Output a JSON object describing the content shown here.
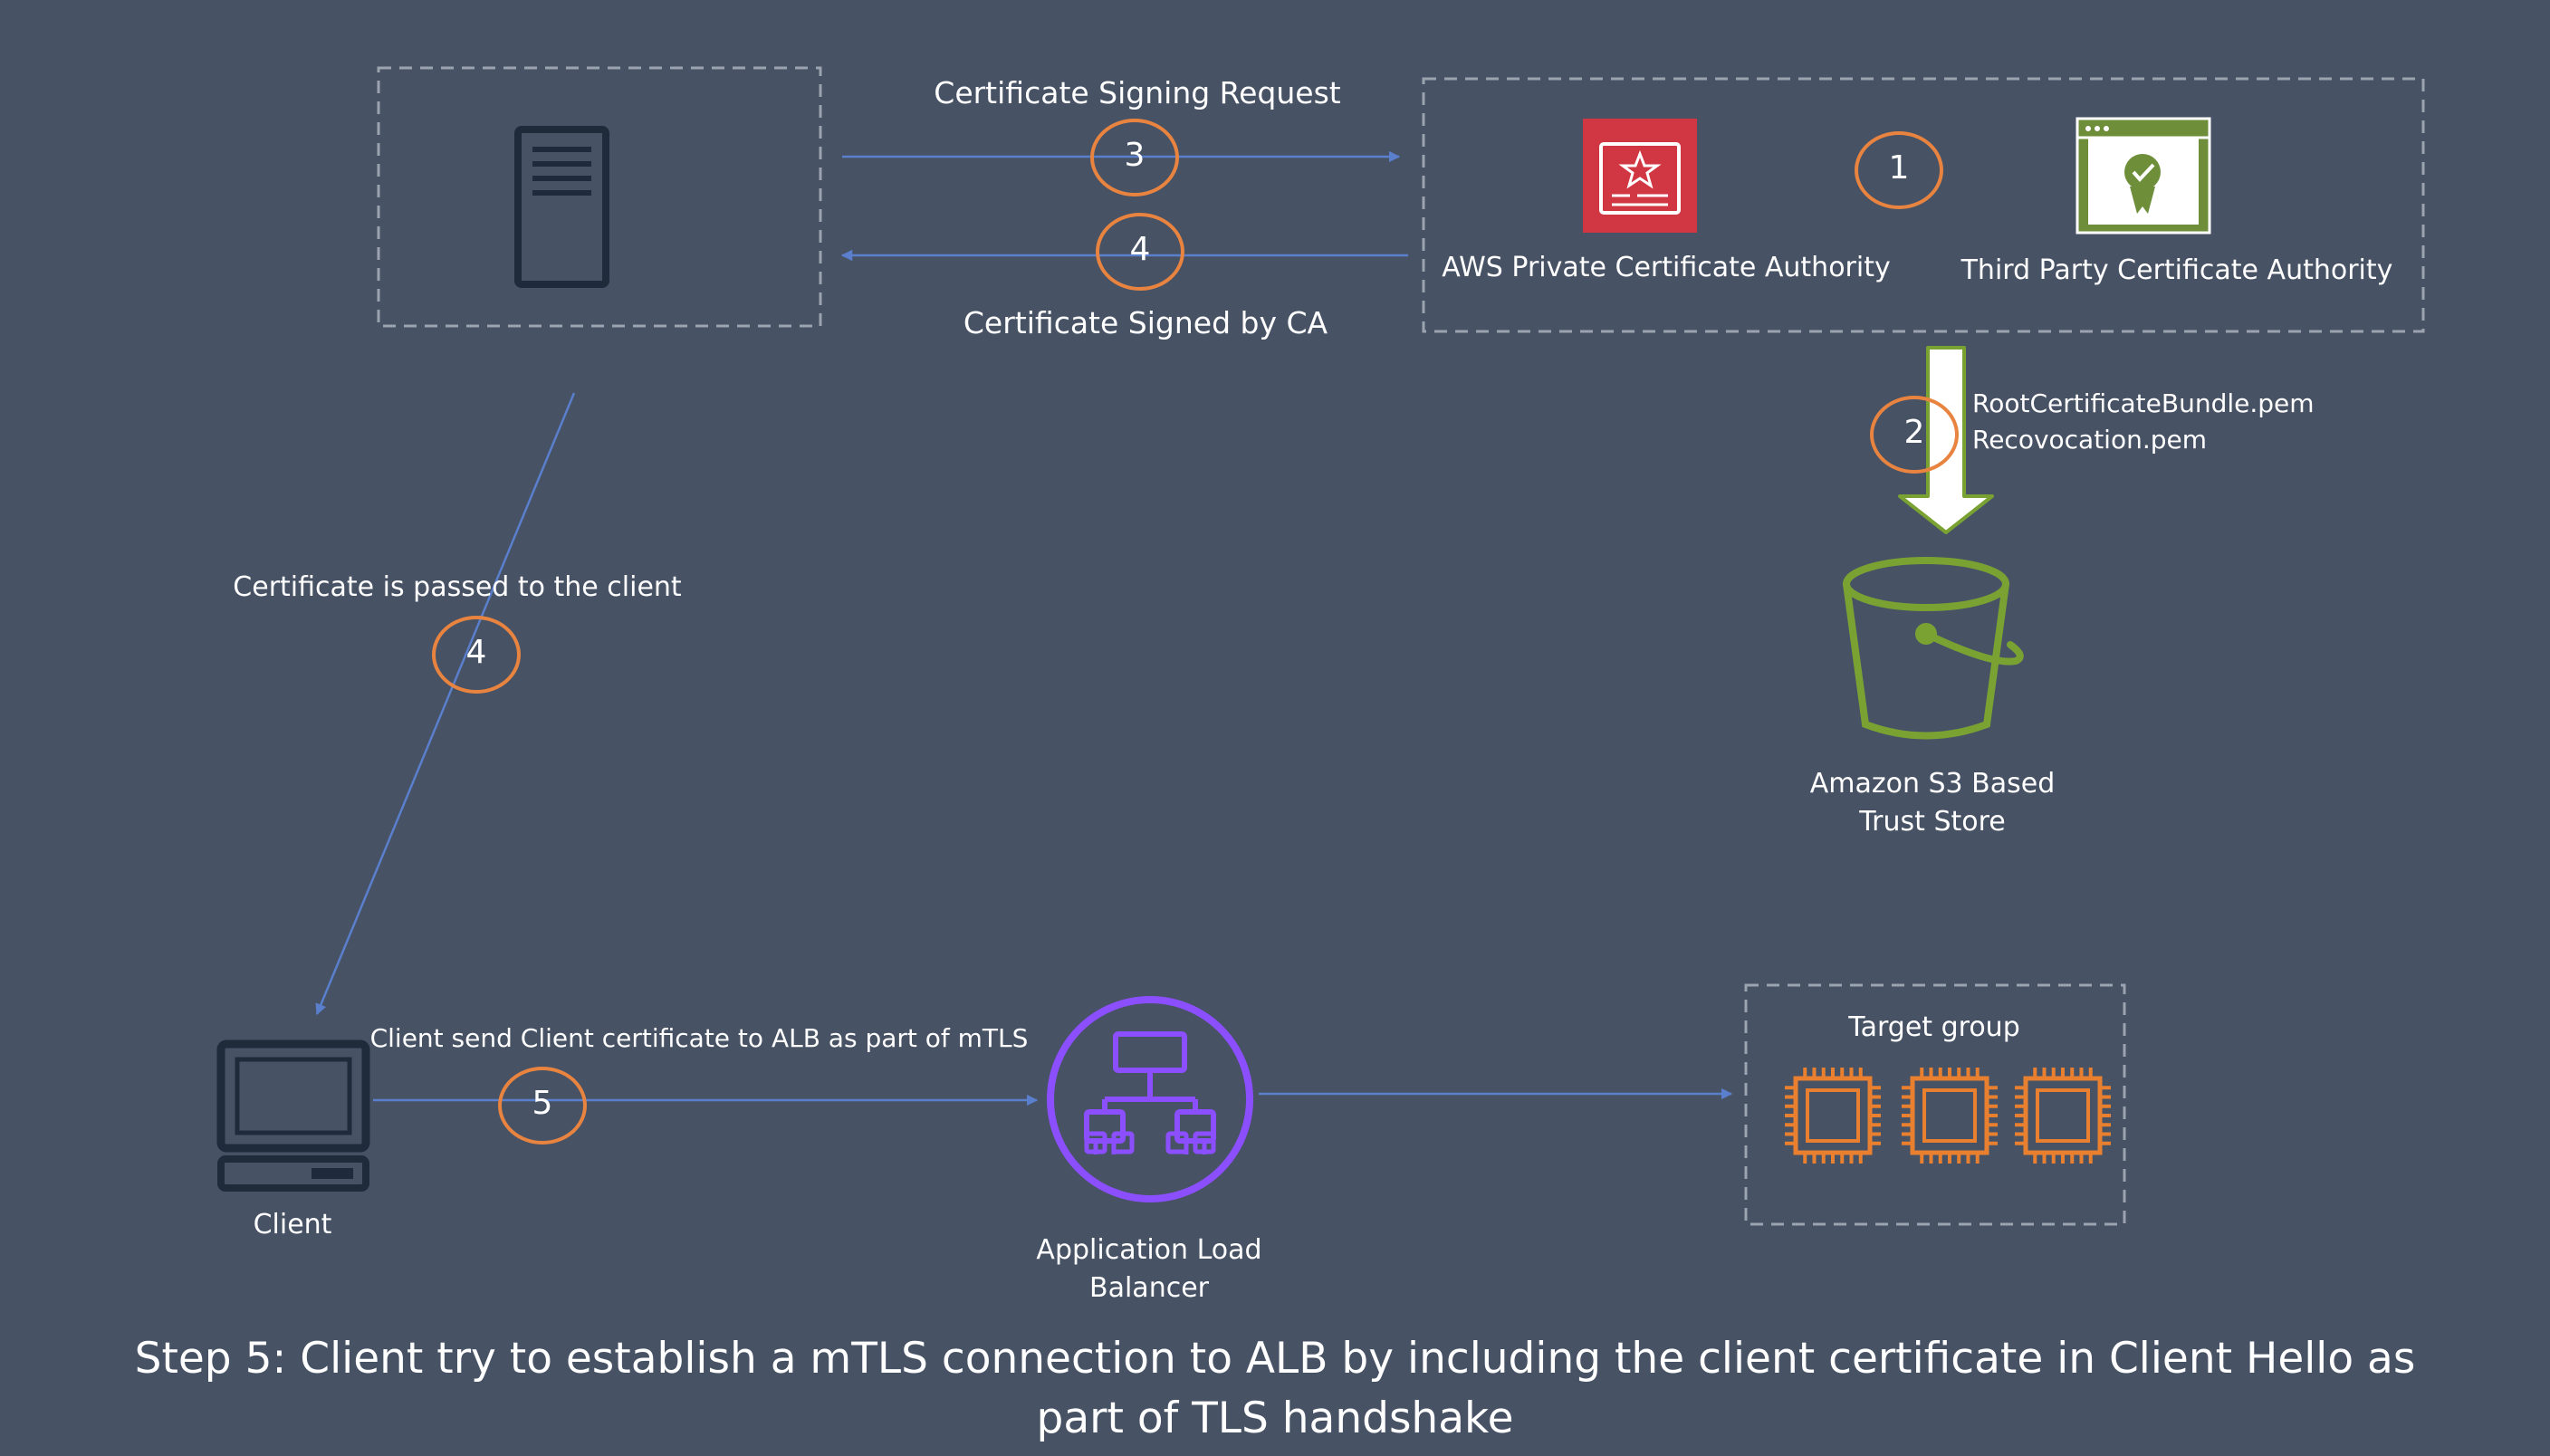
{
  "labels": {
    "csr": "Certificate  Signing Request",
    "signed": "Certificate  Signed by CA",
    "aws_pca": "AWS Private Certificate Authority",
    "third_party_ca": "Third Party Certificate Authority",
    "bundle_file": "RootCertificateBundle.pem",
    "revocation_file": "Recovocation.pem",
    "trust_store_line1": "Amazon S3 Based",
    "trust_store_line2": "Trust Store",
    "passed_to_client": "Certificate is passed to the client",
    "client": "Client",
    "client_send": "Client send Client certificate to ALB as part of mTLS",
    "alb_line1": "Application Load",
    "alb_line2": "Balancer",
    "target_group": "Target group"
  },
  "steps": {
    "s1": "1",
    "s2": "2",
    "s3": "3",
    "s4a": "4",
    "s4b": "4",
    "s5": "5"
  },
  "caption": "Step 5: Client try to establish a mTLS connection to ALB by including the client certificate in Client Hello as part of TLS handshake",
  "colors": {
    "background": "#475265",
    "arrow": "#5a7fcc",
    "step_circle": "#e8843f",
    "aws_pca": "#d13643",
    "third_party": "#6e8e3a",
    "s3": "#7aa233",
    "alb": "#8c4fff",
    "ec2": "#e8802f",
    "dashed_box": "#9ba3ae",
    "icon_dark": "#1f2a3a"
  },
  "icons": {
    "server": "server-icon",
    "aws_pca": "certificate-authority-icon",
    "third_party": "certificate-badge-icon",
    "bucket": "s3-bucket-icon",
    "client": "desktop-computer-icon",
    "alb": "load-balancer-icon",
    "instance": "ec2-instance-icon"
  }
}
